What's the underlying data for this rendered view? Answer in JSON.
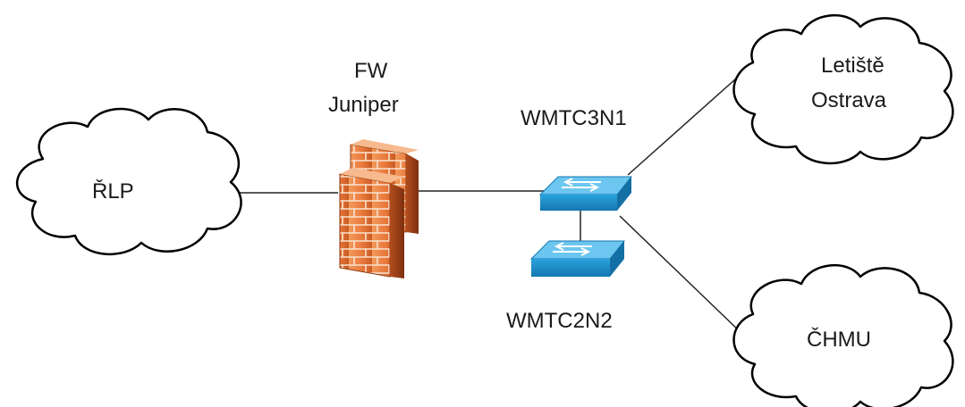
{
  "diagram": {
    "nodes": {
      "rlp": {
        "label": "ŘLP",
        "kind": "cloud-icon"
      },
      "firewall": {
        "label_line1": "FW",
        "label_line2": "Juniper",
        "kind": "firewall-icon"
      },
      "switch_top": {
        "label": "WMTC3N1",
        "kind": "switch-icon"
      },
      "switch_bottom": {
        "label": "WMTC2N2",
        "kind": "switch-icon"
      },
      "airport": {
        "label_line1": "Letiště",
        "label_line2": "Ostrava",
        "kind": "cloud-icon"
      },
      "chmu": {
        "label": "ČHMU",
        "kind": "cloud-icon"
      }
    },
    "links": [
      {
        "from": "ŘLP",
        "to": "FW Juniper"
      },
      {
        "from": "FW Juniper",
        "to": "WMTC3N1"
      },
      {
        "from": "WMTC3N1",
        "to": "WMTC2N2"
      },
      {
        "from": "WMTC3N1",
        "to": "Letiště Ostrava"
      },
      {
        "from": "WMTC3N1",
        "to": "ČHMU"
      }
    ],
    "colors": {
      "firewall_brick": "#e8773a",
      "firewall_mortar": "#fbe2cf",
      "switch_blue": "#2aa2dc",
      "switch_top_face": "#6cc6ef",
      "line": "#222222"
    }
  }
}
